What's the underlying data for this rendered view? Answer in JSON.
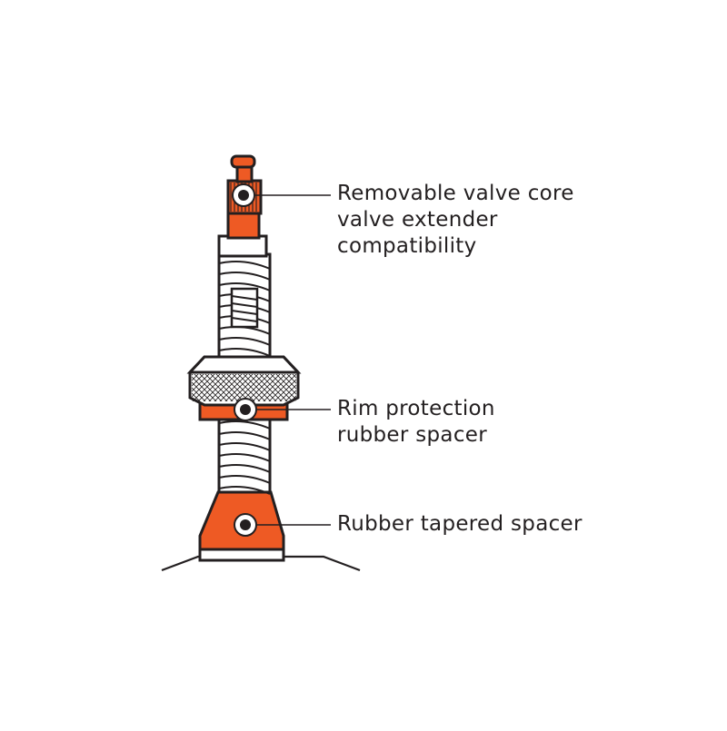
{
  "colors": {
    "accent": "#EE5A24",
    "outline": "#231F20",
    "background": "#FFFFFF",
    "metal": "#FFFFFF"
  },
  "callouts": [
    {
      "id": "valve-core",
      "lines": [
        "Removable valve core",
        "valve extender",
        "compatibility"
      ]
    },
    {
      "id": "rim-protection",
      "lines": [
        "Rim protection",
        "rubber spacer"
      ]
    },
    {
      "id": "tapered-spacer",
      "lines": [
        "Rubber tapered spacer"
      ]
    }
  ]
}
